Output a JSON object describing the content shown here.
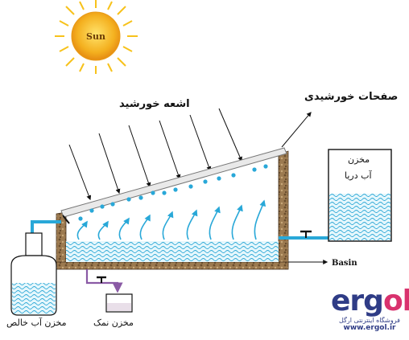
{
  "sun": {
    "label": "Sun"
  },
  "labels": {
    "sun_rays": "اشعه خورشید",
    "solar_plate": "صفحات خورشیدی",
    "sea_water_tank_line1": "مخزن",
    "sea_water_tank_line2": "آب دریا",
    "basin": "Basin",
    "fresh_water_tank": "مخزن آب خالص",
    "salt_tank": "مخزن نمک"
  },
  "brand": {
    "logo_main": "erg",
    "logo_accent": "ol",
    "tagline": "فروشگاه اینترنتی ارگل",
    "url": "www.ergol.ir"
  },
  "colors": {
    "water": "#29a8d8",
    "sun_core": "#f0a51a",
    "sun_rays": "#f7c21b",
    "wood": "#8a6a44",
    "brand_blue": "#2f3c86",
    "brand_pink": "#d9326e"
  }
}
